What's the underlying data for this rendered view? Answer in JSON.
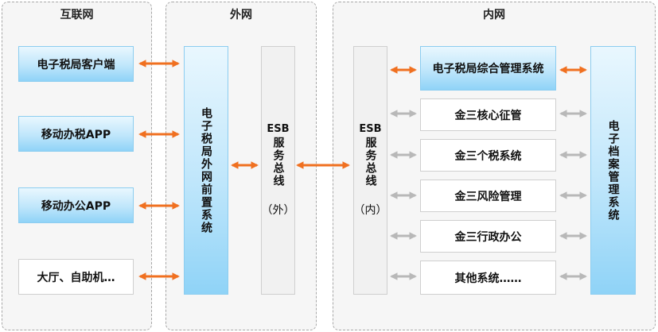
{
  "zones": {
    "internet": {
      "title": "互联网"
    },
    "extranet": {
      "title": "外网"
    },
    "intranet": {
      "title": "内网"
    }
  },
  "clients": [
    {
      "label": "电子税局客户端"
    },
    {
      "label": "移动办税APP"
    },
    {
      "label": "移动办公APP"
    },
    {
      "label": "大厅、自助机…"
    }
  ],
  "front_system": {
    "label": "电子税局外网前置系统"
  },
  "esb_out": {
    "prefix": "ESB",
    "chars": "服务总线",
    "suffix": "（外）"
  },
  "esb_in": {
    "prefix": "ESB",
    "chars": "服务总线",
    "suffix": "（内）"
  },
  "internal_systems": [
    {
      "label": "电子税局综合管理系统"
    },
    {
      "label": "金三核心征管"
    },
    {
      "label": "金三个税系统"
    },
    {
      "label": "金三风险管理"
    },
    {
      "label": "金三行政办公"
    },
    {
      "label": "其他系统……"
    }
  ],
  "archive_system": {
    "label": "电子档案管理系统"
  },
  "colors": {
    "active_arrow": "#f07020",
    "inactive_arrow": "#b8b8b8",
    "accent_blue": "#8fd3f7"
  }
}
